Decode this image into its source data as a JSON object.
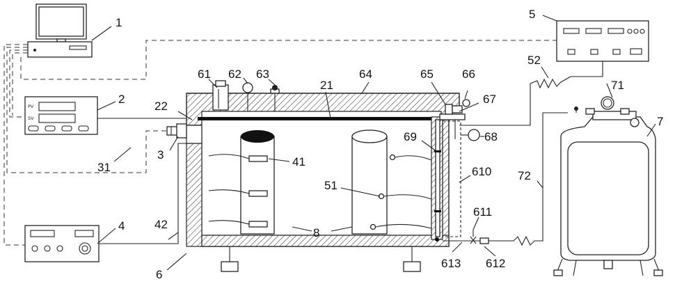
{
  "labels": {
    "n1": "1",
    "n2": "2",
    "n3": "3",
    "n4": "4",
    "n5": "5",
    "n6": "6",
    "n7": "7",
    "n8": "8",
    "n21": "21",
    "n22": "22",
    "n31": "31",
    "n41": "41",
    "n42": "42",
    "n51": "51",
    "n52": "52",
    "n61": "61",
    "n62": "62",
    "n63": "63",
    "n64": "64",
    "n65": "65",
    "n66": "66",
    "n67": "67",
    "n68": "68",
    "n69": "69",
    "n610": "610",
    "n611": "611",
    "n612": "612",
    "n613": "613",
    "n71": "71",
    "n72": "72"
  },
  "controller": {
    "pv": "PV",
    "sv": "SV"
  }
}
